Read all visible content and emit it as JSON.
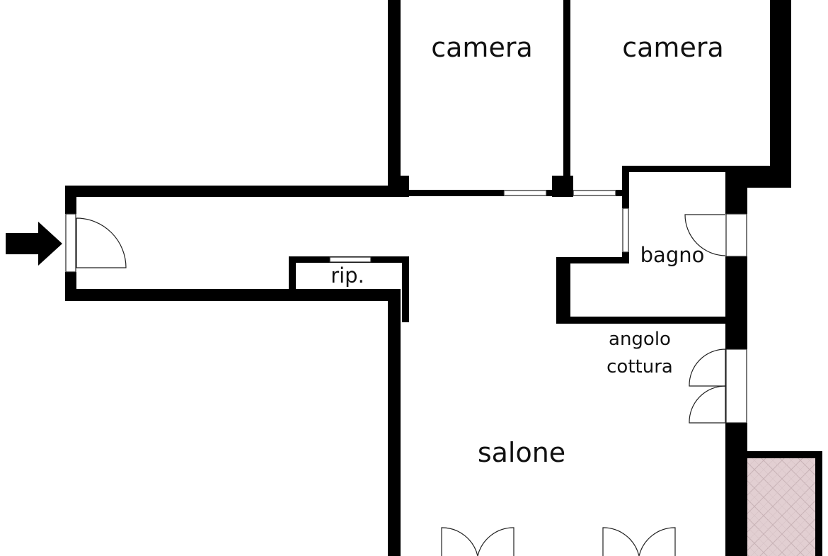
{
  "floor_plan": {
    "rooms": {
      "camera_left": "camera",
      "camera_right": "camera",
      "bagno": "bagno",
      "ripostiglio": "rip.",
      "angolo_cottura_line1": "angolo",
      "angolo_cottura_line2": "cottura",
      "salone": "salone"
    },
    "icons": {
      "entrance": "entrance-arrow-icon"
    },
    "colors": {
      "wall": "#000000",
      "background": "#ffffff",
      "balcony_tile": "#e2cfd2"
    }
  }
}
